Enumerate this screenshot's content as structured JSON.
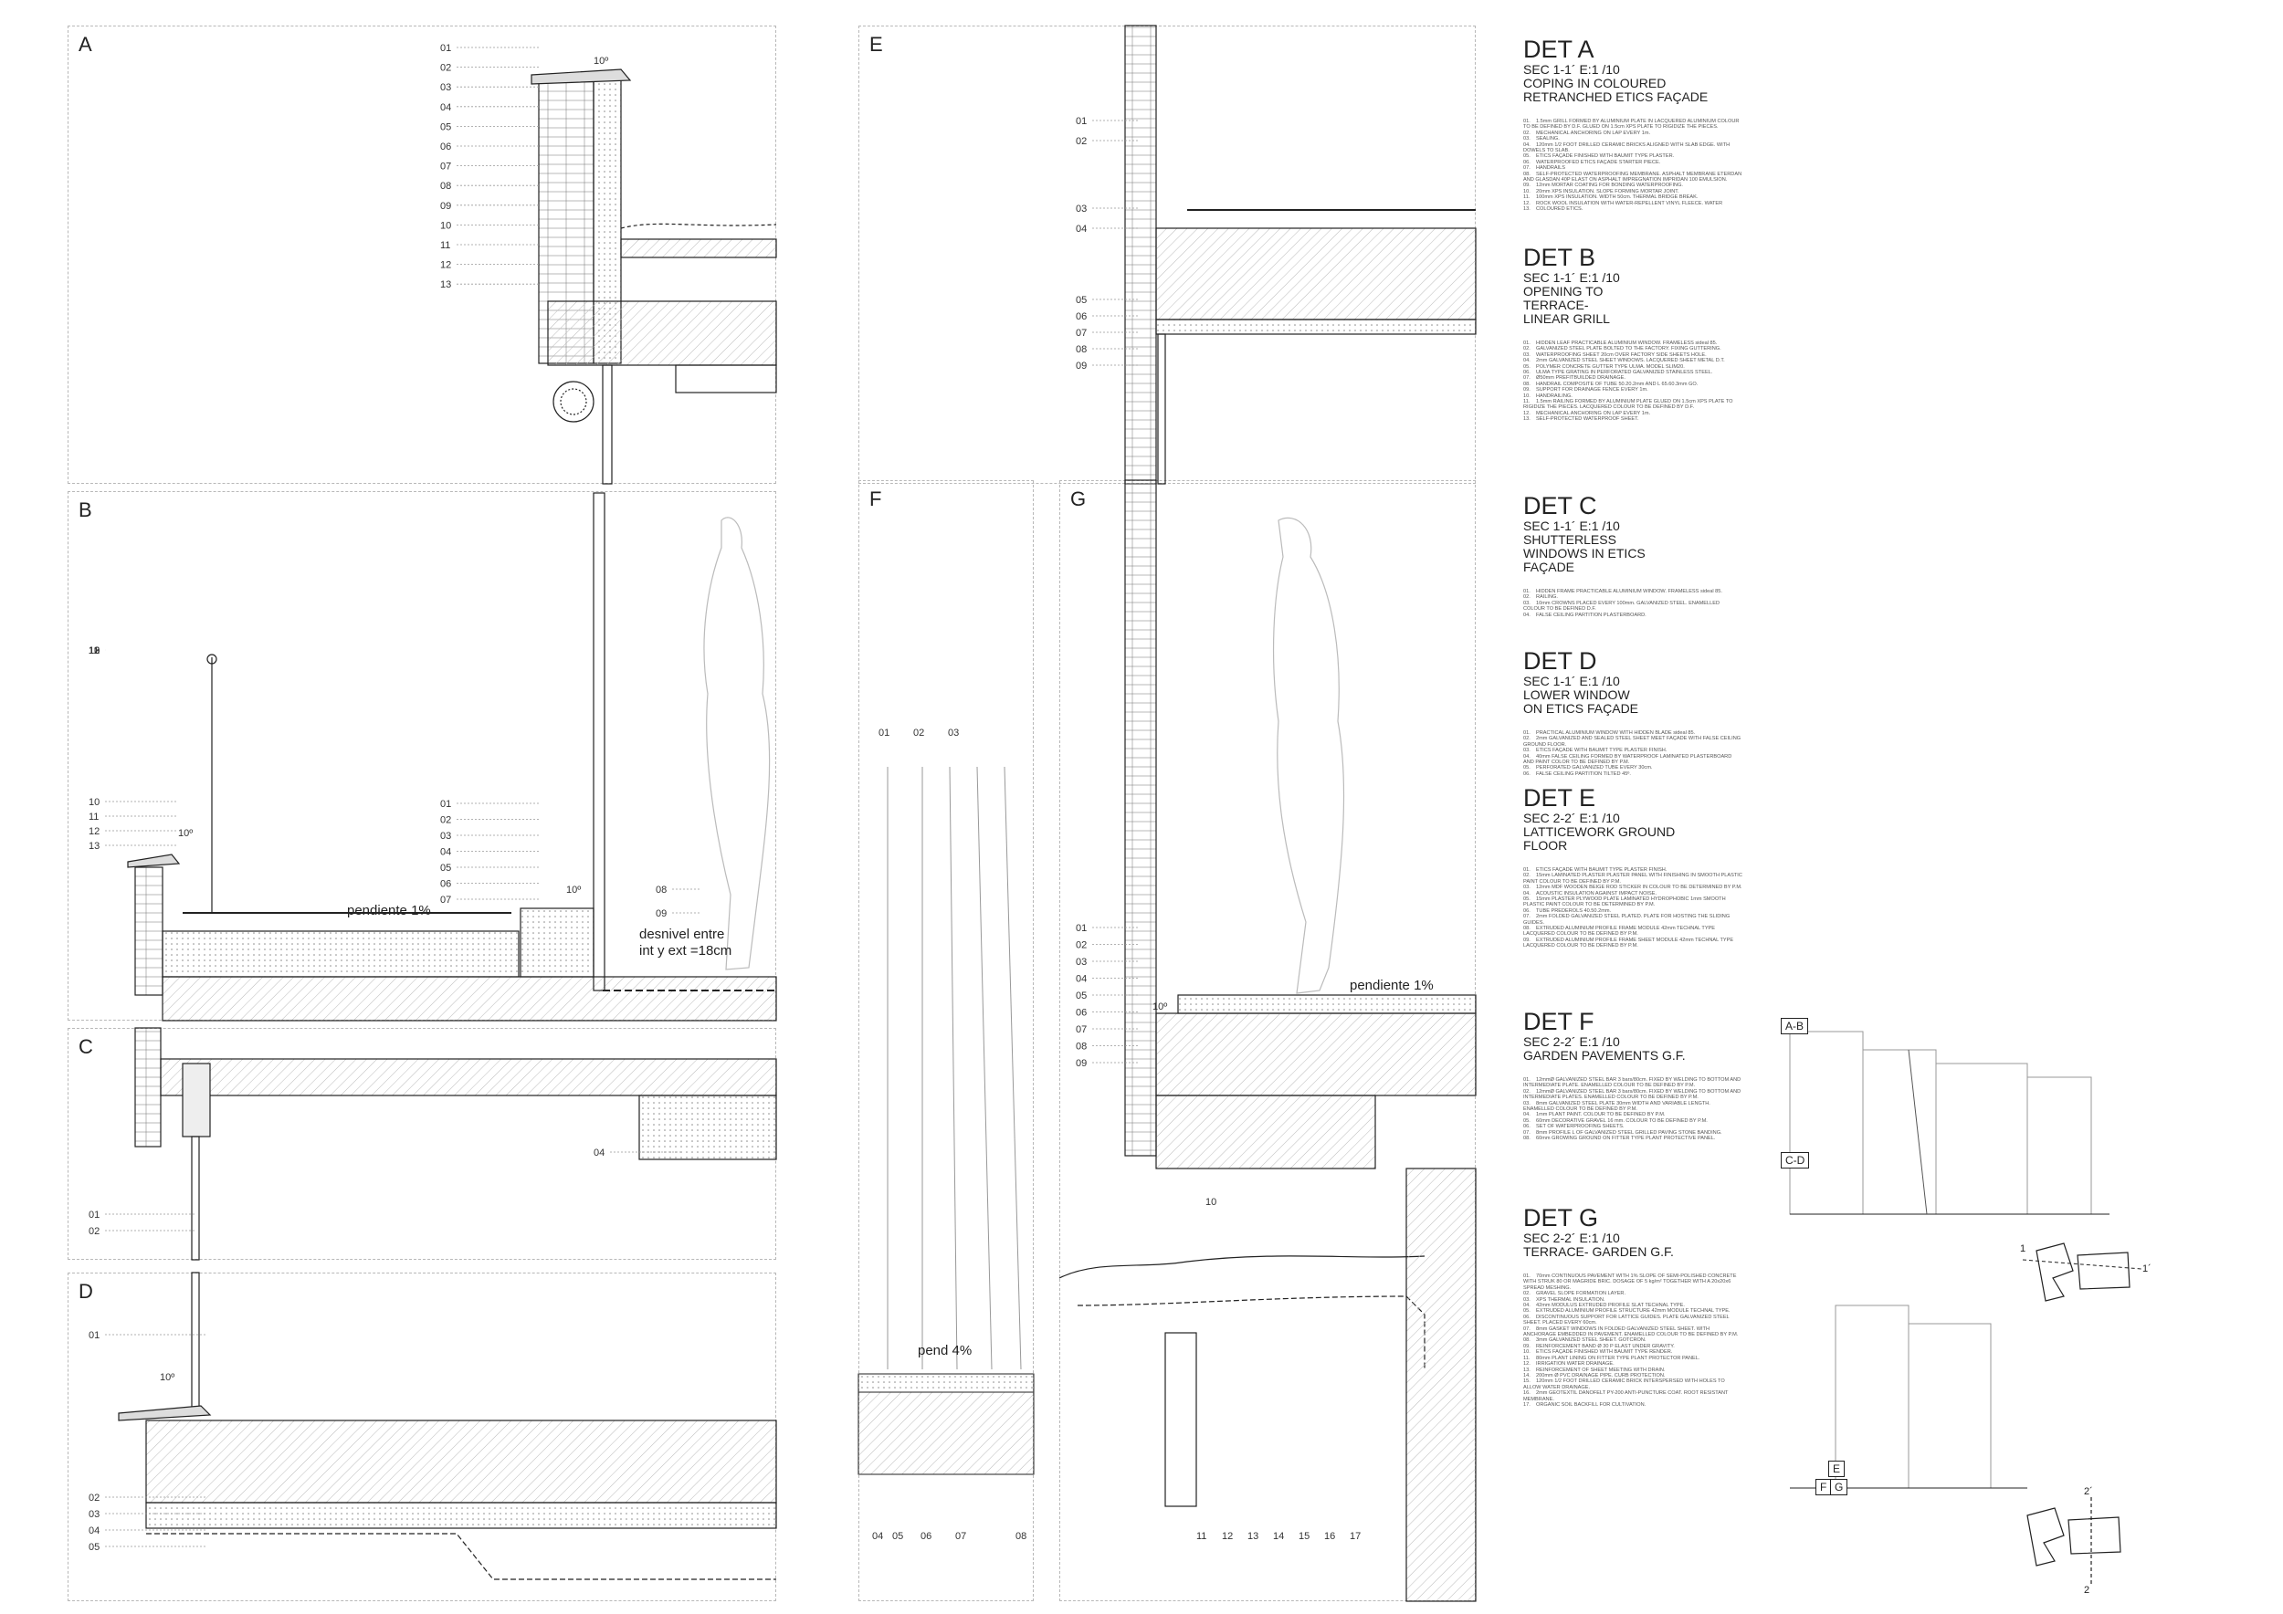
{
  "panels": {
    "A": {
      "label": "A",
      "callouts": [
        "01",
        "02",
        "03",
        "04",
        "05",
        "06",
        "07",
        "08",
        "09",
        "10",
        "11",
        "12",
        "13"
      ]
    },
    "B": {
      "label": "B",
      "callouts_left": [
        "10",
        "10",
        "11",
        "12",
        "13"
      ],
      "callouts_mid": [
        "01",
        "02",
        "03",
        "04",
        "05",
        "06",
        "07"
      ],
      "callouts_right": [
        "08",
        "09"
      ]
    },
    "C": {
      "label": "C",
      "callouts": [
        "01",
        "02",
        "04"
      ]
    },
    "D": {
      "label": "D",
      "callouts": [
        "01",
        "02",
        "03",
        "04",
        "05"
      ]
    },
    "E": {
      "label": "E",
      "callouts": [
        "01",
        "02",
        "03",
        "04",
        "05",
        "06",
        "07",
        "08",
        "09"
      ]
    },
    "F": {
      "label": "F",
      "callouts_top": [
        "01",
        "02",
        "03"
      ],
      "callouts_bottom": [
        "04",
        "05",
        "06",
        "07",
        "08"
      ]
    },
    "G": {
      "label": "G",
      "callouts_left": [
        "01",
        "02",
        "03",
        "04",
        "05",
        "06",
        "07",
        "08",
        "09"
      ],
      "callout_10": "10",
      "callouts_bottom": [
        "11",
        "12",
        "13",
        "14",
        "15",
        "16",
        "17"
      ]
    }
  },
  "annotations": {
    "pendiente_b": "pendiente 1%",
    "desnivel": "desnivel entre",
    "desnivel2": "int y ext =18cm",
    "pendiente_g": "pendiente 1%",
    "pend_f": "pend 4%",
    "angle": "10º"
  },
  "legend": [
    {
      "id": "det-a",
      "title": "DET A",
      "sec": "SEC 1-1´ E:1 /10",
      "subtitle": [
        "COPING IN COLOURED",
        "RETRANCHED ETICS FAÇADE"
      ],
      "items": [
        "1.5mm GRILL FORMED BY ALUMINIUM PLATE IN LACQUERED ALUMINIUM COLOUR TO BE DEFINED BY D.F. GLUED ON 1.5cm XPS PLATE TO RIGIDIZE THE PIECES.",
        "MECHANICAL ANCHORING ON LAP EVERY 1m.",
        "SEALING.",
        "120mm 1/2 FOOT DRILLED CERAMIC BRICKS ALIGNED WITH SLAB EDGE. WITH DOWELS TO SLAB.",
        "ETICS FAÇADE FINISHED WITH BAUMIT TYPE PLASTER.",
        "WATERPROOFED ETICS FAÇADE STARTER PIECE.",
        "HANDRAILS",
        "SELF-PROTECTED WATERPROOFING MEMBRANE. ASPHALT MEMBRANE ETERDAN AND GLASDAN 40P ELAST ON ASPHALT IMPREGNATION IMPRIDAN 100 EMULSION.",
        "12mm MORTAR COATING FOR BONDING WATERPROOFING.",
        "20mm XPS INSULATION. SLOPE FORMING MORTAR JOINT.",
        "100mm XPS INSULATION. WIDTH 50cm. THERMAL BRIDGE BREAK.",
        "ROCK WOOL INSULATION WITH WATER-REPELLENT VINYL FLEECE. WATER",
        "COLOURED ETICS."
      ]
    },
    {
      "id": "det-b",
      "title": "DET B",
      "sec": "SEC 1-1´ E:1 /10",
      "subtitle": [
        "OPENING TO",
        "TERRACE-",
        "LINEAR GRILL"
      ],
      "items": [
        "HIDDEN LEAF PRACTICABLE ALUMINIUM WINDOW. FRAMELESS sideal 85.",
        "GALVANIZED STEEL PLATE BOLTED TO THE FACTORY. FIXING GUTTERING.",
        "WATERPROOFING SHEET 20cm OVER FACTORY SIDE SHEETS HOLE.",
        "2mm GALVANIZED STEEL SHEET WINDOWS. LACQUERED SHEET METAL D.T.",
        "POLYMER CONCRETE GUTTER TYPE ULMA. MODEL SLIM20.",
        "ULMA TYPE GRATING IN PERFORATED GALVANIZED STAINLESS STEEL.",
        "Ø50mm PREFITBUILDED DRAINAGE.",
        "HANDRAIL COMPOSITE OF TUBE 50.20.2mm AND L 65.60.3mm GO.",
        "SUPPORT FOR DRAINAGE FENCE EVERY 1m.",
        "HANDRAILING.",
        "1.5mm RAILING FORMED BY ALUMINIUM PLATE GLUED ON 1.5cm XPS PLATE TO RIGIDIZE THE PIECES. LACQUERED COLOUR TO BE DEFINED BY D.F.",
        "MECHANICAL ANCHORING ON LAP EVERY 1m.",
        "SELF-PROTECTED WATERPROOF SHEET."
      ]
    },
    {
      "id": "det-c",
      "title": "DET C",
      "sec": "SEC 1-1´ E:1 /10",
      "subtitle": [
        "SHUTTERLESS",
        "WINDOWS IN ETICS",
        "FAÇADE"
      ],
      "items": [
        "HIDDEN FRAME PRACTICABLE ALUMINIUM WINDOW. FRAMELESS sideal 85.",
        "RAILING.",
        "10mm CROWNS PLACED EVERY 100mm. GALVANIZED STEEL. ENAMELLED COLOUR TO BE DEFINED D.F.",
        "FALSE CEILING PARTITION PLASTERBOARD."
      ]
    },
    {
      "id": "det-d",
      "title": "DET D",
      "sec": "SEC 1-1´ E:1 /10",
      "subtitle": [
        "LOWER WINDOW",
        "ON ETICS FAÇADE"
      ],
      "items": [
        "PRACTICAL ALUMINIUM WINDOW WITH HIDDEN BLADE sideal 85.",
        "2mm GALVANIZED AND SEALED STEEL SHEET MEET FAÇADE WITH FALSE CEILING GROUND FLOOR.",
        "ETICS FAÇADE WITH BAUMIT TYPE PLASTER FINISH.",
        "40mm FALSE CEILING FORMED BY WATERPROOF LAMINATED PLASTERBOARD AND PAINT COLOR TO BE DEFINED BY P.M.",
        "PERFORATED GALVANIZED TUBE EVERY 30cm.",
        "FALSE CEILING PARTITION TILTED 45º."
      ]
    },
    {
      "id": "det-e",
      "title": "DET E",
      "sec": "SEC 2-2´ E:1 /10",
      "subtitle": [
        "LATTICEWORK GROUND",
        "FLOOR"
      ],
      "items": [
        "ETICS FAÇADE WITH BAUMIT TYPE PLASTER FINISH.",
        "15mm LAMINATED PLASTER PLASTER PANEL WITH FINISHING IN SMOOTH PLASTIC PAINT COLOUR TO BE DEFINED BY P.M.",
        "12mm MDF WOODEN BEIGE ROD STICKER IN COLOUR TO BE DETERMINED BY P.M.",
        "ACOUSTIC INSULATION AGAINST IMPACT NOISE.",
        "15mm PLASTER PLYWOOD PLATE LAMINATED HYDROPHOBIC 1mm SMOOTH PLASTIC PAINT COLOUR TO BE DETERMINED BY P.M.",
        "TUBE PREDEROLS 40.50.2mm.",
        "2mm FOLDED GALVANIZED STEEL PLATED. PLATE FOR HOSTING THE SLIDING GUIDES.",
        "EXTRUDED ALUMINIUM PROFILE FRAME MODULE 42mm TECHNAL TYPE LACQUERED COLOUR TO BE DEFINED BY P.M.",
        "EXTRUDED ALUMINIUM PROFILE FRAME SHEET MODULE 42mm TECHNAL TYPE LACQUERED COLOUR TO BE DEFINED BY P.M."
      ]
    },
    {
      "id": "det-f",
      "title": "DET F",
      "sec": "SEC 2-2´ E:1 /10",
      "subtitle": [
        "GARDEN PAVEMENTS G.F."
      ],
      "items": [
        "12mmØ GALVANIZED STEEL BAR 3 bars/80cm. FIXED BY WELDING TO BOTTOM AND INTERMEDIATE PLATE. ENAMELLED COLOUR TO BE DEFINED BY P.M.",
        "12mmØ GALVANIZED STEEL BAR 3 bars/80cm. FIXED BY WELDING TO BOTTOM AND INTERMEDIATE PLATES. ENAMELLED COLOUR TO BE DEFINED BY P.M.",
        "8mm GALVANIZED STEEL PLATE 30mm WIDTH AND VARIABLE LENGTH. ENAMELLED COLOUR TO BE DEFINED BY P.M.",
        "1mm PLANT PAINT. COLOUR TO BE DEFINED BY P.M.",
        "60mm DECORATIVE GRAVEL 16 mm. COLOUR TO BE DEFINED BY P.M.",
        "SET OF WATERPROOFING SHEETS.",
        "8mm PROFILE L OF GALVANIZED STEEL GRILLED PAVING STONE BANDING.",
        "60mm GROWING GROUND ON FITTER TYPE PLANT PROTECTIVE PANEL."
      ]
    },
    {
      "id": "det-g",
      "title": "DET G",
      "sec": "SEC 2-2´ E:1 /10",
      "subtitle": [
        "TERRACE- GARDEN G.F."
      ],
      "items": [
        "70mm CONTINUOUS PAVEMENT WITH 1% SLOPE OF SEMI-POLISHED CONCRETE WITH STRUK 80 OR MAGRIDE BRIC. DOSAGE OF 5 kg/m² TOGETHER WITH A 20x20x6 SPREAD MESHING.",
        "GRAVEL SLOPE FORMATION LAYER.",
        "XPS THERMAL INSULATION.",
        "42mm MODULUS EXTRUDED PROFILE SLAT TECHNAL TYPE.",
        "EXTRUDED ALUMINIUM PROFILE STRUCTURE 42mm MODULE TECHNAL TYPE.",
        "DISCONTINUOUS SUPPORT FOR LATTICE GUIDES. PLATE GALVANIZED STEEL SHEET. PLACED EVERY 60cm.",
        "8mm GASKET WINDOWS IN FOLDED GALVANIZED STEEL SHEET. WITH ANCHORAGE EMBEDDED IN PAVEMENT. ENAMELLED COLOUR TO BE DEFINED BY P.M.",
        "3mm GALVANIZED STEEL SHEET. GOTCRON.",
        "REINFORCEMENT BAND Ø 30 P ELAST UNDER GRAVITY.",
        "ETICS FAÇADE FINISHED WITH BAUMIT TYPE RENDER.",
        "80mm PLANT LINING ON FITTER TYPE PLANT PROTECTOR PANEL.",
        "IRRIGATION WATER DRAINAGE.",
        "REINFORCEMENT OF SHEET MEETING WITH DRAIN.",
        "200mm Ø PVC DRAINAGE PIPE. CURB PROTECTION.",
        "120mm 1/2 FOOT DRILLED CERAMIC BRICK INTERSPERSED WITH HOLES TO ALLOW WATER DRAINAGE.",
        "2mm GEOTEXTIL DANOFELT PY-200 ANTI-PUNCTURE COAT. ROOT RESISTANT MEMBRANE.",
        "ORGANIC SOIL BACKFILL FOR CULTIVATION."
      ]
    }
  ],
  "keys": {
    "ab": "A-B",
    "cd": "C-D",
    "e": "E",
    "f": "F",
    "g": "G",
    "sec1": "1",
    "sec1p": "1´",
    "sec2": "2",
    "sec2p": "2´"
  },
  "colors": {
    "line": "#222222",
    "hatch": "#999999",
    "frame": "#b8b8b8"
  }
}
